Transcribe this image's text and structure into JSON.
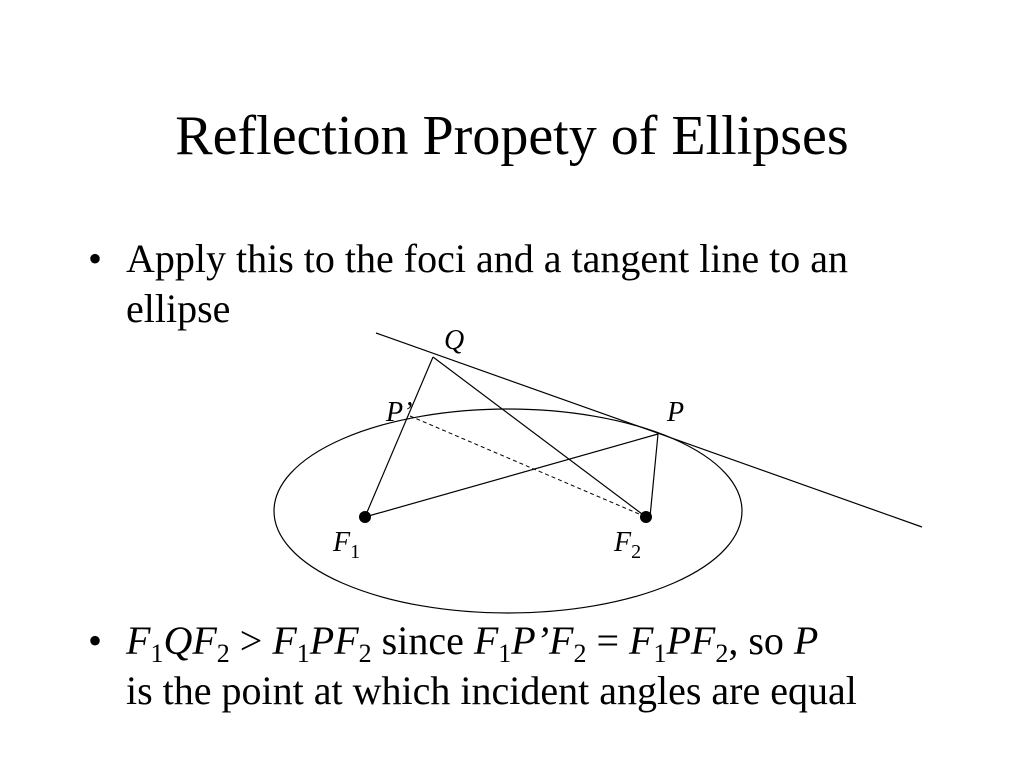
{
  "slide": {
    "title": "Reflection Propety of Ellipses",
    "bullet_symbol": "•",
    "bullet1": "Apply this to the foci and a tangent line to an ellipse",
    "bullet2": {
      "f": "F",
      "one": "1",
      "two": "2",
      "q": "Q",
      "p": "P",
      "pprime": "P’",
      "gt": " > ",
      "since": " since ",
      "eq": " = ",
      "comma_so": ", so ",
      "line2": "is the point at which incident angles are equal"
    }
  },
  "diagram": {
    "labels": {
      "Q": "Q",
      "P_prime": "P’",
      "P": "P",
      "F": "F",
      "sub1": "1",
      "sub2": "2"
    }
  }
}
